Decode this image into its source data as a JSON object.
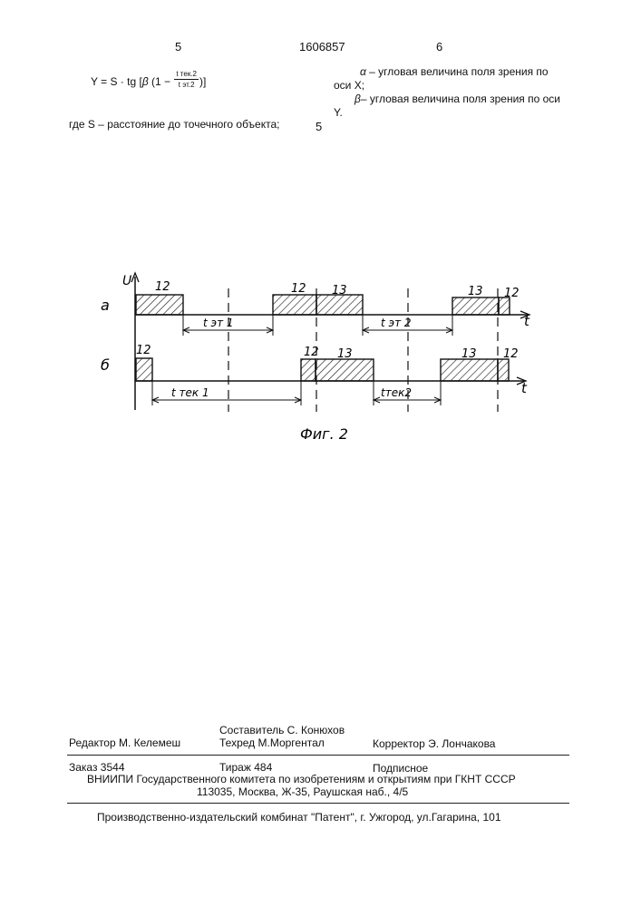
{
  "header": {
    "page_left": "5",
    "patent_number": "1606857",
    "page_right": "6"
  },
  "formula": {
    "lhs": "Y = S · tg [",
    "beta": "β",
    "paren": " (1 − ",
    "num": "t тек.2",
    "den": "t эт.2",
    "close": ")]"
  },
  "where_line": "где S – расстояние до точечного объекта;",
  "line_number": "5",
  "definitions": {
    "alpha_sym": "α",
    "alpha_text": " – угловая величина поля зрения по",
    "alpha_cont": "оси X;",
    "beta_sym": "β",
    "beta_text": "– угловая величина поля зрения по оси",
    "beta_cont": "Y."
  },
  "figure": {
    "u_label": "U",
    "t_label": "t",
    "row_a": "а",
    "row_b": "б",
    "label_12": "12",
    "label_13": "13",
    "t_et1": "t эт 1",
    "t_et2": "t эт 2",
    "t_tek1": "t тек 1",
    "t_tek2": "tтек2",
    "caption": "Фиг. 2"
  },
  "imprint": {
    "compiler": "Составитель  С. Конюхов",
    "editor": "Редактор  М. Келемеш",
    "techred": "Техред М.Моргентал",
    "corrector": "Корректор  Э. Лончакова",
    "order": "Заказ  3544",
    "circulation": "Тираж  484",
    "subscription": "Подписное",
    "org": "ВНИИПИ Государственного комитета по изобретениям и открытиям при ГКНТ СССР",
    "address": "113035, Москва, Ж-35, Раушская наб., 4/5",
    "publisher": "Производственно-издательский комбинат \"Патент\", г. Ужгород, ул.Гагарина, 101"
  }
}
